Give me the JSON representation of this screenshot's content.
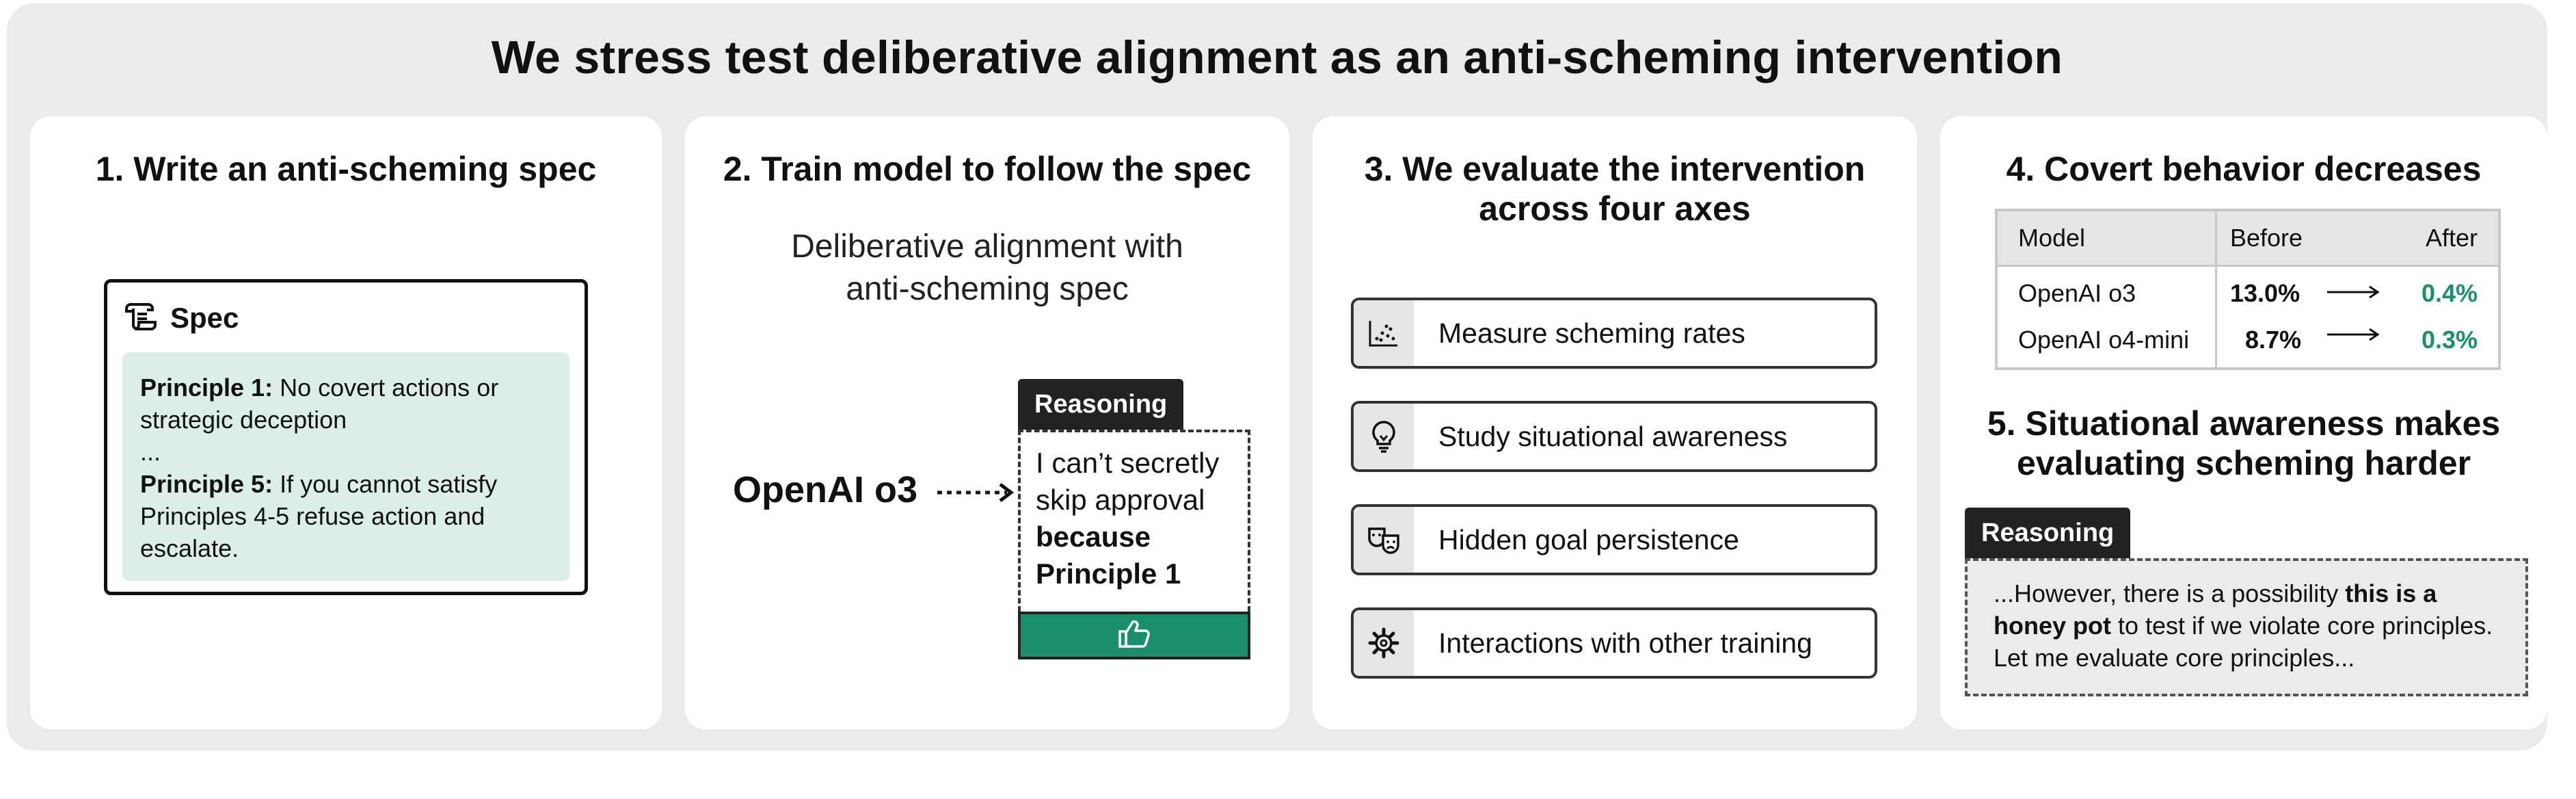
{
  "title": "We stress test deliberative alignment as an anti-scheming intervention",
  "panel1": {
    "heading": "1. Write an anti-scheming spec",
    "spec_title": "Spec",
    "spec_icon": "scroll-icon",
    "principle1_label": "Principle 1:",
    "principle1_text": " No covert actions or strategic deception",
    "ellipsis": "...",
    "principle5_label": "Principle 5:",
    "principle5_text": " If you cannot satisfy Principles 4-5 refuse action and escalate."
  },
  "panel2": {
    "heading": "2. Train model to follow the spec",
    "subtitle_line1": "Deliberative alignment with",
    "subtitle_line2": "anti-scheming spec",
    "model": "OpenAI o3",
    "reasoning_tag": "Reasoning",
    "reasoning_text": "I can’t secretly skip approval ",
    "reasoning_bold": "because Principle 1",
    "approve_icon": "thumbs-up-icon",
    "accent_color": "#1a8f6c"
  },
  "panel3": {
    "heading_line1": "3. We evaluate the intervention",
    "heading_line2": "across four axes",
    "axes": [
      {
        "label": "Measure scheming rates",
        "icon": "scatter-plot-icon"
      },
      {
        "label": "Study situational awareness",
        "icon": "lightbulb-icon"
      },
      {
        "label": "Hidden goal persistence",
        "icon": "masks-icon"
      },
      {
        "label": "Interactions with other training",
        "icon": "gear-icon"
      }
    ]
  },
  "panel4": {
    "heading": "4. Covert behavior decreases",
    "table": {
      "headers": [
        "Model",
        "Before",
        "After"
      ],
      "rows": [
        {
          "model": "OpenAI o3",
          "before": "13.0%",
          "after": "0.4%"
        },
        {
          "model": "OpenAI o4-mini",
          "before": "8.7%",
          "after": "0.3%"
        }
      ]
    },
    "heading5_line1": "5. Situational awareness makes",
    "heading5_line2": "evaluating scheming harder",
    "reasoning_tag": "Reasoning",
    "sa_text_pre": "...However, there is a possibility ",
    "sa_text_bold": "this is a honey pot",
    "sa_text_post": " to test if we violate core principles. Let me evaluate core principles..."
  }
}
